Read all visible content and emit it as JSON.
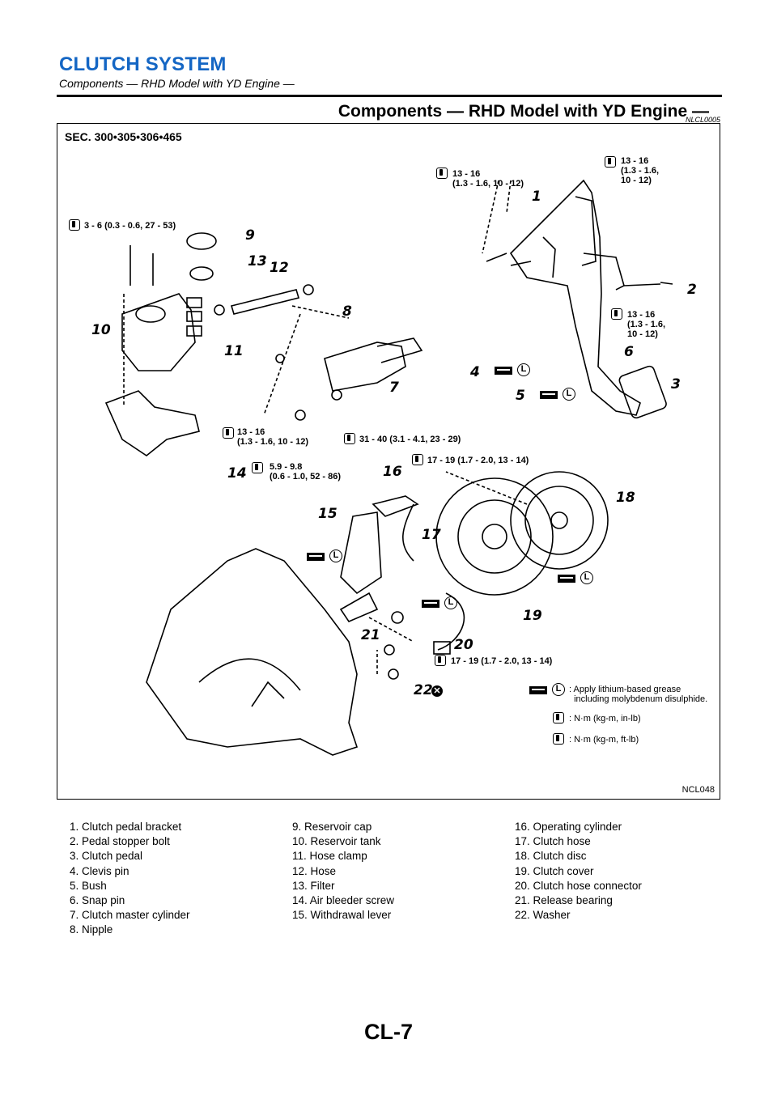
{
  "header": {
    "title": "CLUTCH SYSTEM",
    "subtitle": "Components — RHD Model with YD Engine —"
  },
  "section": {
    "title": "Components — RHD Model with YD Engine —",
    "ref": "NLCL0005"
  },
  "figure": {
    "sec_code": "SEC. 300•305•306•465",
    "fig_id": "NCL048",
    "torques": {
      "t1": "13 - 16\n(1.3 - 1.6, 10 - 12)",
      "t2": "13 - 16\n(1.3 - 1.6,\n10 - 12)",
      "t3": "3 - 6 (0.3 - 0.6, 27 - 53)",
      "t4": "13 - 16\n(1.3 - 1.6,\n10 - 12)",
      "t5": "13 - 16\n(1.3 - 1.6, 10 - 12)",
      "t6": "31 - 40 (3.1 - 4.1, 23 - 29)",
      "t7": "5.9 - 9.8\n(0.6 - 1.0, 52 - 86)",
      "t8": "17 - 19 (1.7 - 2.0, 13 - 14)",
      "t9": "17 - 19 (1.7 - 2.0, 13 - 14)"
    },
    "callouts": [
      "1",
      "2",
      "3",
      "4",
      "5",
      "6",
      "7",
      "8",
      "9",
      "10",
      "11",
      "12",
      "13",
      "14",
      "15",
      "16",
      "17",
      "18",
      "19",
      "20",
      "21",
      "22"
    ],
    "legend": {
      "grease": ": Apply lithium-based grease\n  including molybdenum disulphide.",
      "nm_inlb": ": N·m (kg-m, in-lb)",
      "nm_ftlb": ": N·m (kg-m, ft-lb)"
    },
    "icons": {
      "torque": "torque-wrench-icon",
      "grease": "grease-icon",
      "L": "lithium-L-icon",
      "nonreuse": "non-reusable-icon"
    }
  },
  "parts": {
    "col1": [
      "1. Clutch pedal bracket",
      "2. Pedal stopper bolt",
      "3. Clutch pedal",
      "4. Clevis pin",
      "5. Bush",
      "6. Snap pin",
      "7. Clutch master cylinder",
      "8. Nipple"
    ],
    "col2": [
      "9. Reservoir cap",
      "10. Reservoir tank",
      "11. Hose clamp",
      "12. Hose",
      "13. Filter",
      "14. Air bleeder screw",
      "15. Withdrawal lever"
    ],
    "col3": [
      "16. Operating cylinder",
      "17. Clutch hose",
      "18. Clutch disc",
      "19. Clutch cover",
      "20. Clutch hose connector",
      "21. Release bearing",
      "22. Washer"
    ]
  },
  "page_number": "CL-7"
}
